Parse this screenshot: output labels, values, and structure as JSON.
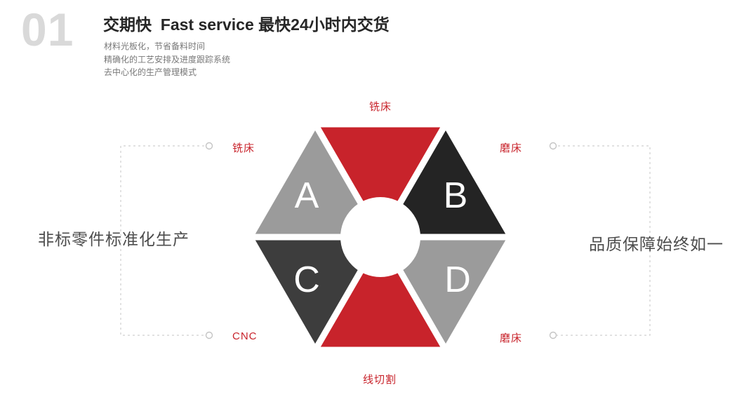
{
  "section_number": "01",
  "header": {
    "title": "交期快  Fast service 最快24小时内交货",
    "bullets": [
      "材料光板化，节省备料时间",
      "精确化的工艺安排及进度跟踪系统",
      "去中心化的生产管理模式"
    ]
  },
  "left_caption": "非标零件标准化生产",
  "right_caption": "品质保障始终如一",
  "diagram": {
    "letters": {
      "a": "A",
      "b": "B",
      "c": "C",
      "d": "D"
    },
    "labels": {
      "top": "铣床",
      "upper_left": "铣床",
      "upper_right": "磨床",
      "lower_left": "CNC",
      "lower_right": "磨床",
      "bottom": "线切割"
    },
    "colors": {
      "red": "#c8232b",
      "gray": "#9b9b9b",
      "black": "#242424",
      "charcoal": "#3d3d3d",
      "label_red": "#c8232b",
      "dashed_line": "#cfcfcf",
      "number_gray": "#d9d9d9"
    }
  }
}
